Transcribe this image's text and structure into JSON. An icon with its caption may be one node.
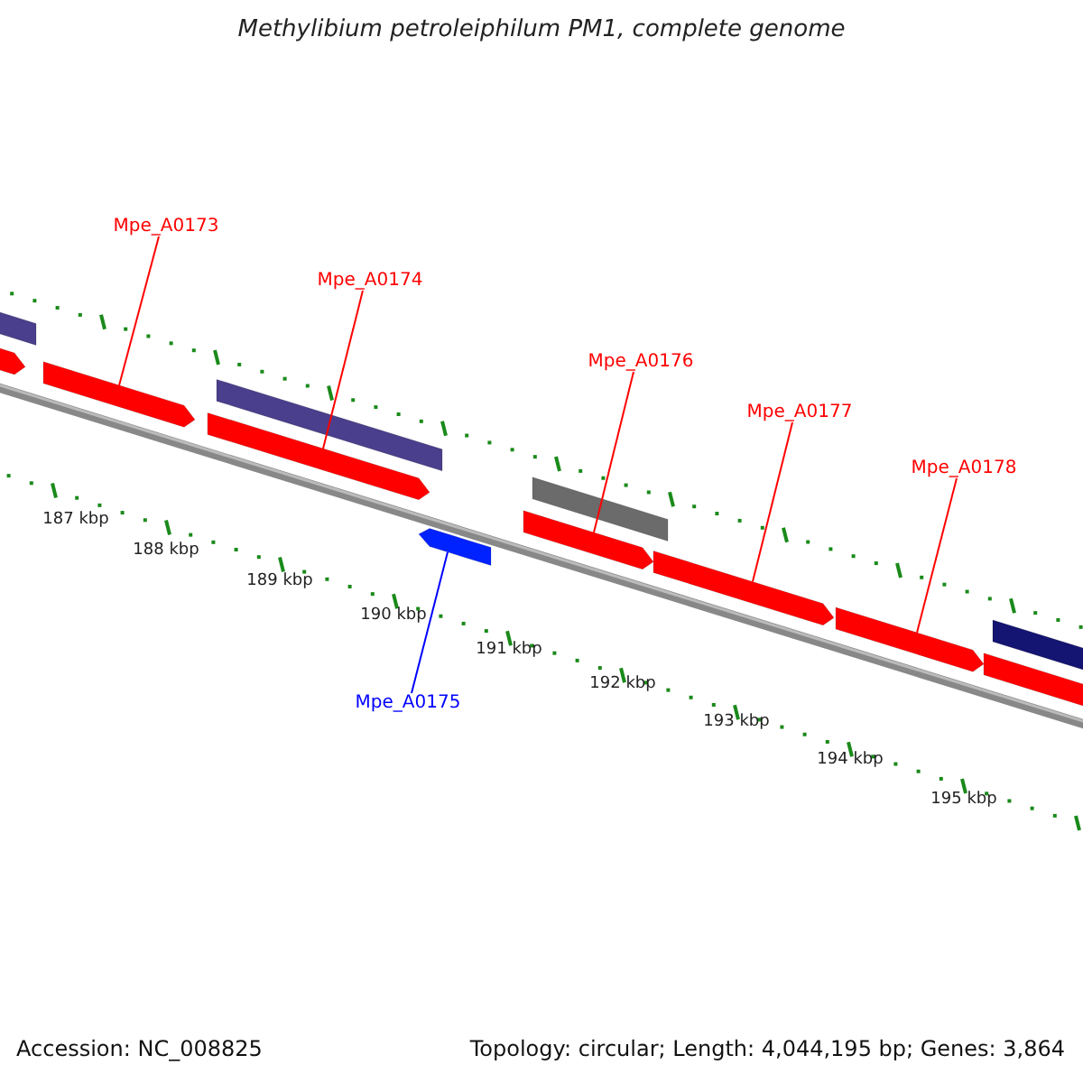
{
  "diagram": {
    "title": "Methylibium petroleiphilum PM1, complete genome",
    "nodes": [
      {
        "text": [
          "Mpe_A0173"
        ]
      },
      {
        "text": [
          "Mpe_A0174"
        ]
      },
      {
        "text": [
          "Mpe_A0176"
        ]
      },
      {
        "text": [
          "Mpe_A0177"
        ]
      },
      {
        "text": [
          "Mpe_A0178"
        ]
      },
      {
        "text": [
          "Mpe_A0175"
        ]
      },
      {
        "text": [],
        "shape": "bar"
      },
      {
        "text": [],
        "shape": "bar"
      },
      {
        "text": [],
        "shape": "bar"
      },
      {
        "text": [],
        "shape": "bar"
      },
      {
        "text": [],
        "shape": "bar"
      },
      {
        "text": [],
        "shape": "bar"
      },
      {
        "text": [],
        "shape": "bar"
      },
      {
        "text": [],
        "shape": "bar"
      },
      {
        "text": [],
        "shape": "bar"
      },
      {
        "text": [],
        "shape": "bar"
      },
      {
        "text": [],
        "shape": "bar"
      },
      {
        "text": [],
        "shape": "bar"
      }
    ],
    "edges": [
      {
        "from": 0,
        "to": 6,
        "arrow": "none"
      },
      {
        "from": 1,
        "to": 7,
        "arrow": "none"
      },
      {
        "from": 2,
        "to": 8,
        "arrow": "none"
      },
      {
        "from": 3,
        "to": 9,
        "arrow": "none"
      },
      {
        "from": 4,
        "to": 10,
        "arrow": "none"
      },
      {
        "from": 5,
        "to": 11,
        "arrow": "none",
        "color": "#0000ff"
      }
    ],
    "labels": [
      "187 kbp",
      "188 kbp",
      "189 kbp",
      "190 kbp",
      "191 kbp",
      "192 kbp",
      "193 kbp",
      "194 kbp",
      "195 kbp",
      "Accession: NC_008825",
      "Topology: circular; Length: 4,044,195 bp; Genes: 3,864"
    ]
  }
}
